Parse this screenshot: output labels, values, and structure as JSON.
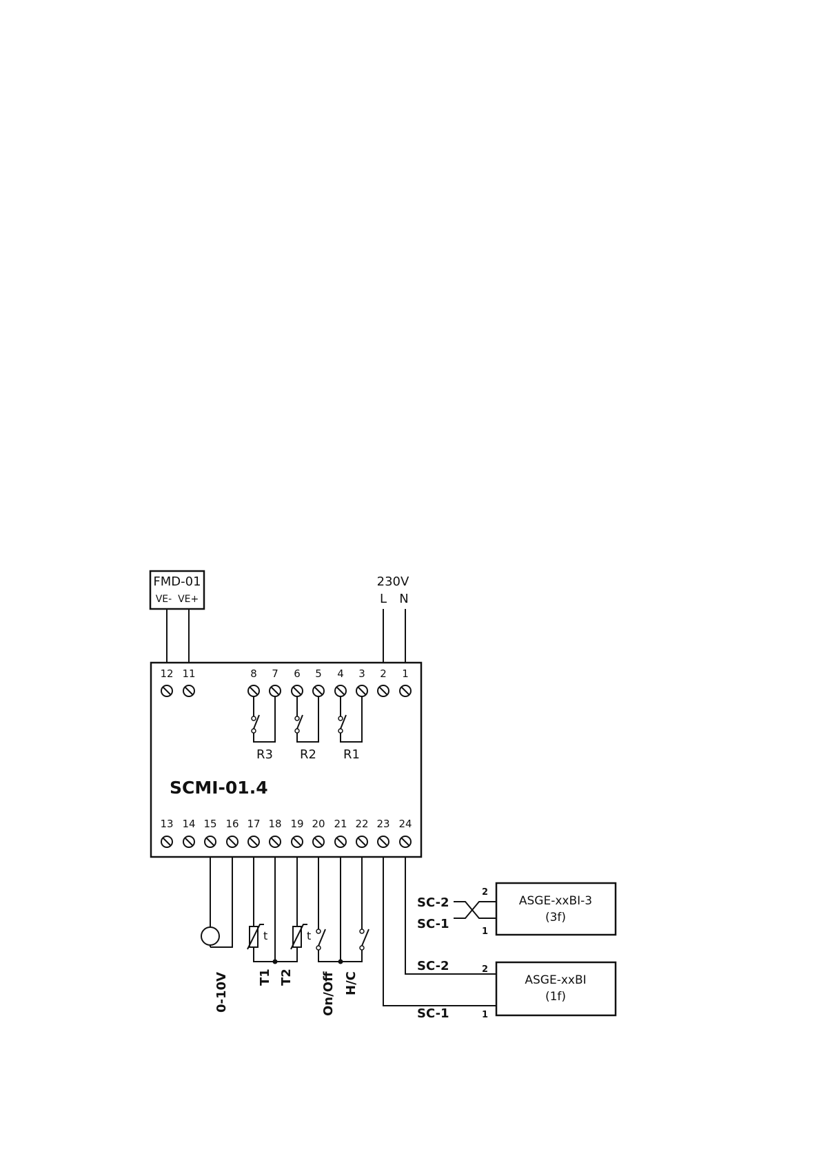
{
  "module": {
    "name": "SCMI-01.4",
    "top_terminals": [
      "12",
      "11",
      "8",
      "7",
      "6",
      "5",
      "4",
      "3",
      "2",
      "1"
    ],
    "bottom_terminals": [
      "13",
      "14",
      "15",
      "16",
      "17",
      "18",
      "19",
      "20",
      "21",
      "22",
      "23",
      "24"
    ],
    "relays": [
      "R3",
      "R2",
      "R1"
    ]
  },
  "fmd": {
    "name": "FMD-01",
    "pins": "VE-  VE+"
  },
  "power": {
    "voltage": "230V",
    "l": "L",
    "n": "N"
  },
  "inputs": {
    "analog": "0-10V",
    "t1": "T1",
    "t2": "T2",
    "thermistor_mark": "t",
    "on_off": "On/Off",
    "hc": "H/C"
  },
  "asge3": {
    "name": "ASGE-xxBI-3",
    "sub": "(3f)",
    "sc2": "SC-2",
    "sc1": "SC-1",
    "pin2": "2",
    "pin1": "1"
  },
  "asge1": {
    "name": "ASGE-xxBI",
    "sub": "(1f)",
    "sc2": "SC-2",
    "sc1": "SC-1",
    "pin2": "2",
    "pin1": "1"
  }
}
